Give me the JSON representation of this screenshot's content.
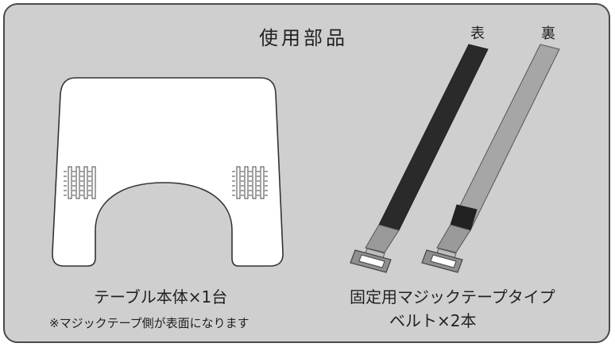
{
  "title": "使用部品",
  "belt_sides": {
    "front": "表",
    "back": "裏"
  },
  "table_part": {
    "caption": "テーブル本体×1台",
    "note": "※マジックテープ側が表面になります"
  },
  "belt_part": {
    "caption_line1": "固定用マジックテープタイプ",
    "caption_line2": "ベルト×2本"
  },
  "colors": {
    "panel": "#cfcfcf",
    "border": "#4a4a4a",
    "table": "#ffffff",
    "belt_front": "#2a2a2a",
    "belt_back": "#a6a6a6"
  }
}
